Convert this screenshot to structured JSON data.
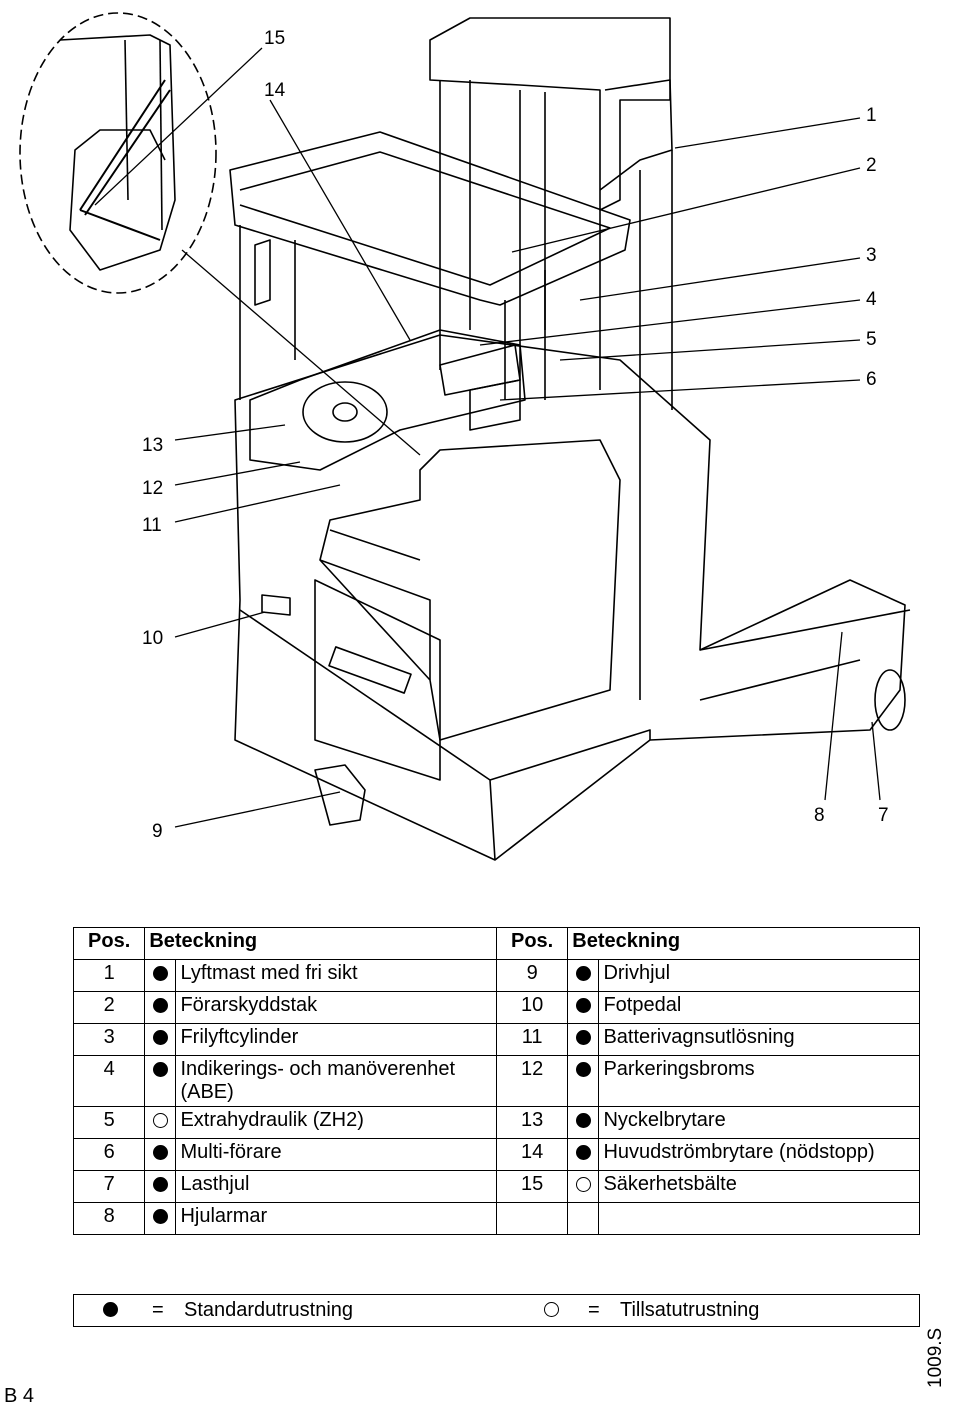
{
  "callouts": [
    "15",
    "14",
    "1",
    "2",
    "3",
    "4",
    "5",
    "6",
    "13",
    "12",
    "11",
    "10",
    "9",
    "8",
    "7"
  ],
  "table": {
    "headers": [
      "Pos.",
      "Beteckning",
      "Pos.",
      "Beteckning"
    ],
    "rows": [
      {
        "left": {
          "pos": "1",
          "mark": "filled",
          "text": "Lyftmast med fri sikt"
        },
        "right": {
          "pos": "9",
          "mark": "filled",
          "text": "Drivhjul"
        }
      },
      {
        "left": {
          "pos": "2",
          "mark": "filled",
          "text": "Förarskyddstak"
        },
        "right": {
          "pos": "10",
          "mark": "filled",
          "text": "Fotpedal"
        }
      },
      {
        "left": {
          "pos": "3",
          "mark": "filled",
          "text": "Frilyftcylinder"
        },
        "right": {
          "pos": "11",
          "mark": "filled",
          "text": "Batterivagnsutlösning"
        }
      },
      {
        "left": {
          "pos": "4",
          "mark": "filled",
          "text": "Indikerings- och manöverenhet (ABE)"
        },
        "right": {
          "pos": "12",
          "mark": "filled",
          "text": "Parkeringsbroms"
        }
      },
      {
        "left": {
          "pos": "5",
          "mark": "open",
          "text": "Extrahydraulik (ZH2)"
        },
        "right": {
          "pos": "13",
          "mark": "filled",
          "text": "Nyckelbrytare"
        }
      },
      {
        "left": {
          "pos": "6",
          "mark": "filled",
          "text": "Multi-förare"
        },
        "right": {
          "pos": "14",
          "mark": "filled",
          "text": "Huvudströmbrytare (nödstopp)"
        }
      },
      {
        "left": {
          "pos": "7",
          "mark": "filled",
          "text": "Lasthjul"
        },
        "right": {
          "pos": "15",
          "mark": "open",
          "text": "Säkerhetsbälte"
        }
      },
      {
        "left": {
          "pos": "8",
          "mark": "filled",
          "text": "Hjularmar"
        },
        "right": {
          "pos": "",
          "mark": "",
          "text": ""
        }
      }
    ]
  },
  "key": {
    "standard_symbol": "filled",
    "equals": "=",
    "standard_label": "Standardutrustning",
    "optional_symbol": "open",
    "optional_label": "Tillsatutrustning"
  },
  "doc_code": "1009.S",
  "page_number": "B 4"
}
